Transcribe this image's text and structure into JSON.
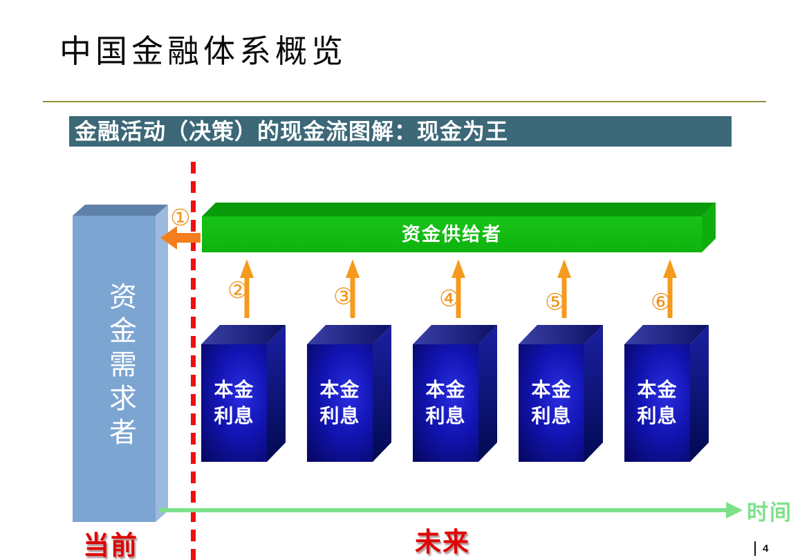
{
  "slide": {
    "title": "中国金融体系概览",
    "page_divider": "|",
    "page_number": "4"
  },
  "banner": {
    "text": "金融活动（决策）的现金流图解：现金为王",
    "bg_color": "#3c6878"
  },
  "diagram": {
    "demander_label": "资金需求者",
    "supplier_label": "资金供给者",
    "financing_flow": {
      "number": "①"
    },
    "payments": [
      {
        "number": "②",
        "line1": "本金",
        "line2": "利息"
      },
      {
        "number": "③",
        "line1": "本金",
        "line2": "利息"
      },
      {
        "number": "④",
        "line1": "本金",
        "line2": "利息"
      },
      {
        "number": "⑤",
        "line1": "本金",
        "line2": "利息"
      },
      {
        "number": "⑥",
        "line1": "本金",
        "line2": "利息"
      }
    ],
    "timeline": {
      "now_label": "当前",
      "future_label": "未来",
      "axis_label": "时间"
    }
  },
  "colors": {
    "banner_bg": "#3c6878",
    "title_rule_olive": "#8e8e3c",
    "demander_blue": "#7da5d1",
    "supplier_green": "#14bd14",
    "payment_navy": "#1214b2",
    "flow_orange": "#f59a1e",
    "timeline_green": "#7ce18a",
    "emphasis_red": "#dd0505"
  }
}
